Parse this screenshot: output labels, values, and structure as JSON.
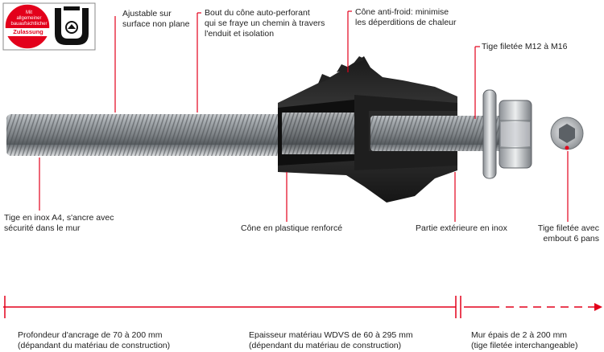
{
  "badge": {
    "line1": "Mit",
    "line2": "allgemeiner",
    "line3": "bauaufsichtlicher",
    "ribbon": "Zulassung"
  },
  "callouts": {
    "ajustable": "Ajustable sur\nsurface non plane",
    "bout": "Bout du cône auto-perforant\nqui se fraye un chemin à travers\nl'enduit et isolation",
    "anti_froid": "Cône anti-froid: minimise\nles déperditions de chaleur",
    "tige_filetee": "Tige filetée M12 à M16",
    "tige_inox": "Tige en inox A4, s'ancre avec\nsécurité dans le mur",
    "cone_plastique": "Cône en plastique renforcé",
    "partie_ext": "Partie extérieure en inox",
    "embout": "Tige filetée avec\nembout 6 pans"
  },
  "dimensions": {
    "profondeur": "Profondeur d'ancrage de 70 à 200 mm\n(dépandant du matériau de construction)",
    "epaisseur": "Epaisseur matériau WDVS de 60 à 295 mm\n(dépendant du matériau de construction)",
    "mur": "Mur épais de 2 à 200 mm\n(tige filetée interchangeable)"
  },
  "colors": {
    "accent": "#e3001b",
    "cone": "#2b2b2b",
    "steel": "#b4b8bc"
  }
}
